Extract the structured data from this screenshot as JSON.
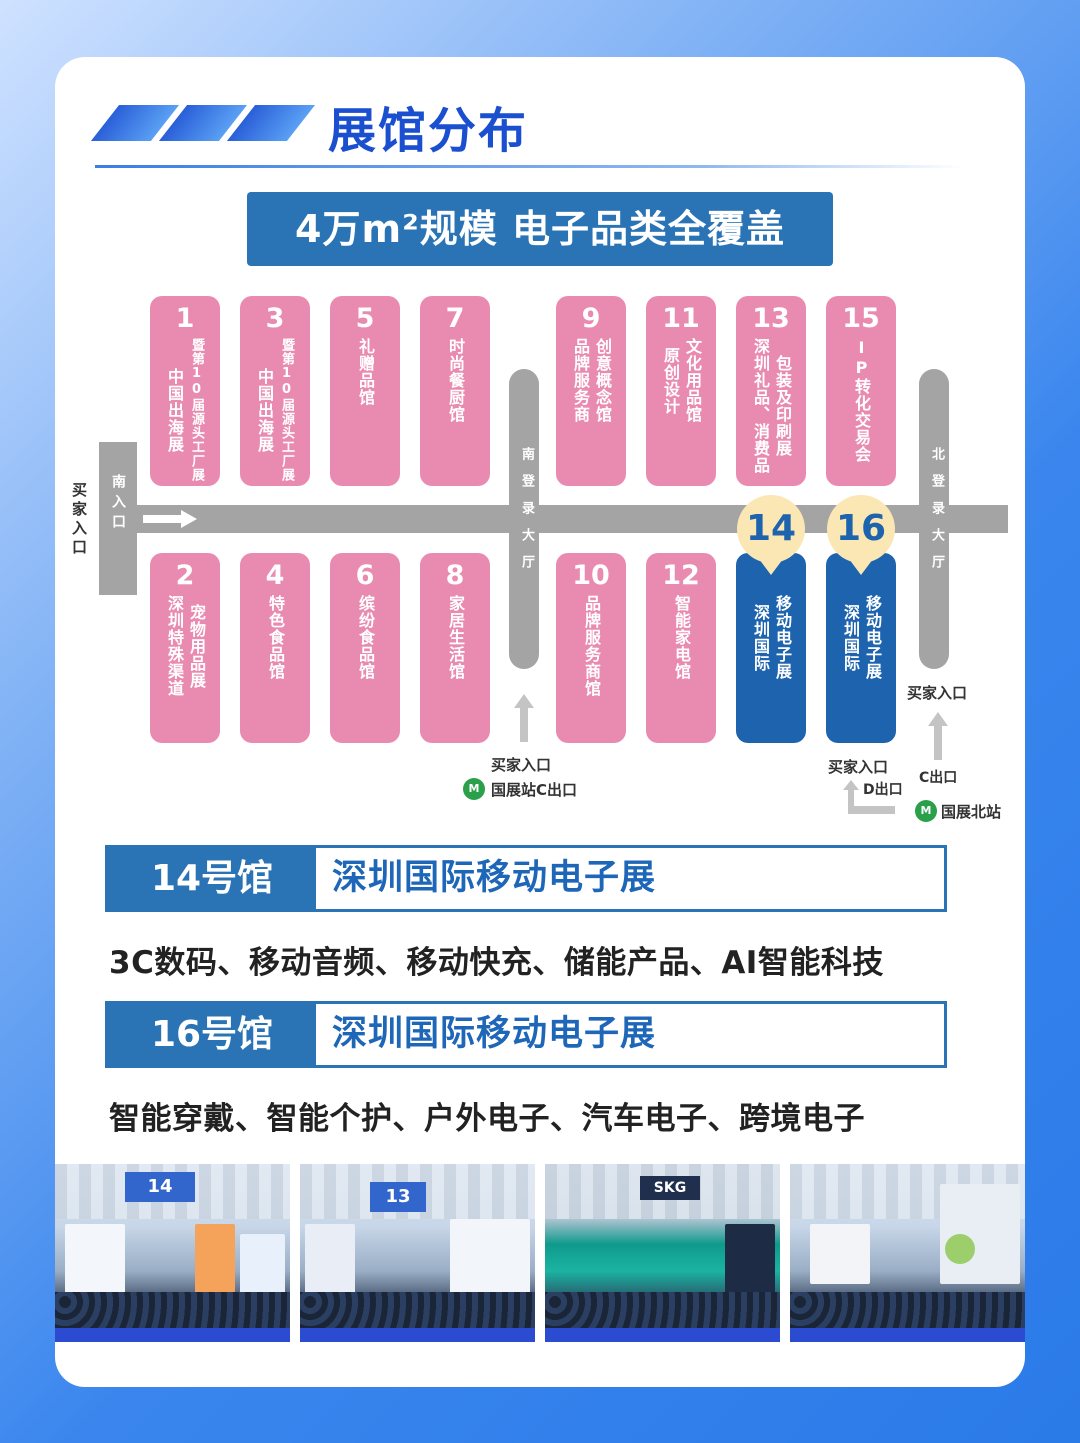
{
  "header": {
    "title": "展馆分布"
  },
  "banner": {
    "text": "4万m²规模  电子品类全覆盖"
  },
  "map": {
    "entrances": {
      "buyer_main": "买家入口",
      "south_entrance": "南入口",
      "south_lobby": "南登录大厅",
      "north_lobby": "北登录大厅",
      "buyer_south": "买家入口",
      "metro_south": "国展站C出口",
      "buyer_north_d": "买家入口",
      "d_exit": "D出口",
      "c_exit": "C出口",
      "buyer_north": "买家入口",
      "metro_north": "国展北站"
    },
    "top_halls": [
      {
        "num": "1",
        "cols": [
          "暨第10届源头工厂展",
          "中国出海展"
        ]
      },
      {
        "num": "3",
        "cols": [
          "暨第10届源头工厂展",
          "中国出海展"
        ]
      },
      {
        "num": "5",
        "cols": [
          "礼赠品馆"
        ]
      },
      {
        "num": "7",
        "cols": [
          "时尚餐厨馆"
        ]
      },
      {
        "num": "9",
        "cols": [
          "创意概念馆",
          "品牌服务商"
        ]
      },
      {
        "num": "11",
        "cols": [
          "文化用品馆",
          "原创设计"
        ]
      },
      {
        "num": "13",
        "cols": [
          "包装及印刷展",
          "深圳礼品、消费品"
        ]
      },
      {
        "num": "15",
        "cols": [
          "IP转化交易会"
        ]
      }
    ],
    "bottom_halls": [
      {
        "num": "2",
        "cols": [
          "宠物用品展",
          "深圳特殊渠道"
        ]
      },
      {
        "num": "4",
        "cols": [
          "特色食品馆"
        ]
      },
      {
        "num": "6",
        "cols": [
          "缤纷食品馆"
        ]
      },
      {
        "num": "8",
        "cols": [
          "家居生活馆"
        ]
      },
      {
        "num": "10",
        "cols": [
          "品牌服务商馆"
        ]
      },
      {
        "num": "12",
        "cols": [
          "智能家电馆"
        ]
      },
      {
        "num": "14",
        "cols": [
          "移动电子展",
          "深圳国际"
        ]
      },
      {
        "num": "16",
        "cols": [
          "移动电子展",
          "深圳国际"
        ]
      }
    ],
    "pins": [
      "14",
      "16"
    ],
    "metro_icon": "metro-icon"
  },
  "sections": [
    {
      "tag": "14号馆",
      "name": "深圳国际移动电子展",
      "categories": "3C数码、移动音频、移动快充、储能产品、AI智能科技"
    },
    {
      "tag": "16号馆",
      "name": "深圳国际移动电子展",
      "categories": "智能穿戴、智能个护、户外电子、汽车电子、跨境电子"
    }
  ],
  "photos": [
    {
      "sign": "14"
    },
    {
      "sign": "13"
    },
    {
      "sign": "SKG"
    },
    {
      "sign": ""
    }
  ],
  "colors": {
    "accent_blue": "#2a74b6",
    "title_blue": "#1a4fd0",
    "pink_hall": "#e98bb0",
    "blue_hall": "#1d63ad",
    "road_gray": "#a4a4a4"
  }
}
